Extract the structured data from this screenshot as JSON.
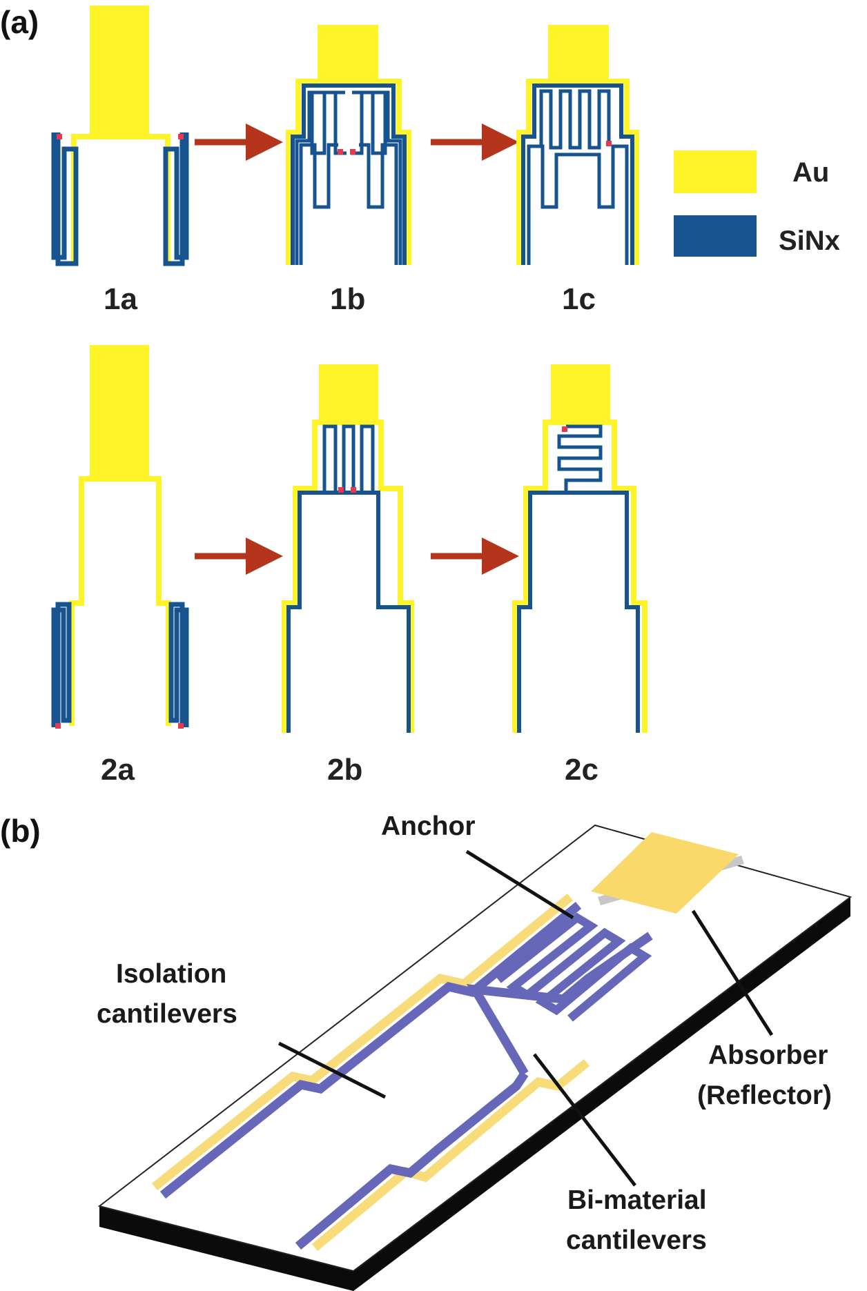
{
  "panels": {
    "a_label": "(a)",
    "b_label": "(b)"
  },
  "designs": {
    "d1a": "1a",
    "d1b": "1b",
    "d1c": "1c",
    "d2a": "2a",
    "d2b": "2b",
    "d2c": "2c"
  },
  "legend": {
    "au": "Au",
    "sinx": "SiNx"
  },
  "callouts": {
    "anchor": "Anchor",
    "isolation_1": "Isolation",
    "isolation_2": "cantilevers",
    "absorber_1": "Absorber",
    "absorber_2": "(Reflector)",
    "bimaterial_1": "Bi-material",
    "bimaterial_2": "cantilevers"
  },
  "colors": {
    "au": "#FFF32A",
    "sinx": "#17548F",
    "arrow": "#B5341C",
    "anchor_dot": "#E23A4E",
    "iso_beam": "#6667B8",
    "iso_gold": "#F8DC7A"
  }
}
